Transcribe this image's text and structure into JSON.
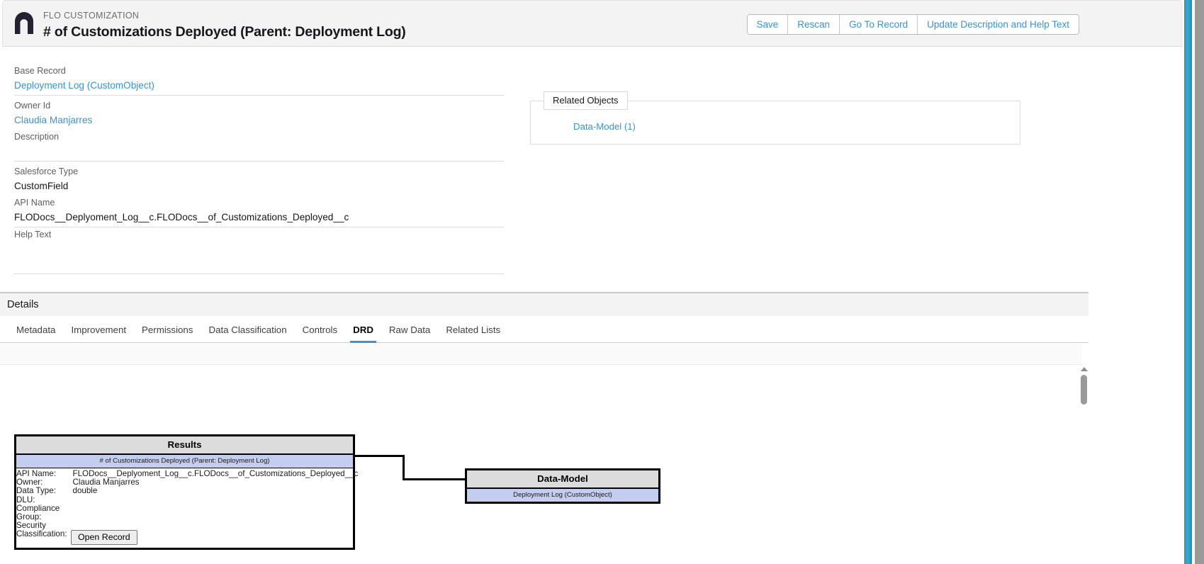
{
  "header": {
    "eyebrow": "FLO CUSTOMIZATION",
    "title": "# of Customizations Deployed (Parent: Deployment Log)",
    "logo_name": "nebula-n-logo",
    "buttons": [
      {
        "label": "Save",
        "name": "save-button"
      },
      {
        "label": "Rescan",
        "name": "rescan-button"
      },
      {
        "label": "Go To Record",
        "name": "go-to-record-button"
      },
      {
        "label": "Update Description and Help Text",
        "name": "update-description-button"
      }
    ]
  },
  "fields": [
    {
      "label": "Base Record",
      "value": "Deployment Log (CustomObject)",
      "is_link": true,
      "name": "base-record"
    },
    {
      "label": "Owner Id",
      "value": "Claudia Manjarres",
      "is_link": true,
      "name": "owner-id"
    },
    {
      "label": "Description",
      "value": "",
      "is_link": false,
      "name": "description"
    },
    {
      "label": "Salesforce Type",
      "value": "CustomField",
      "is_link": false,
      "name": "salesforce-type"
    },
    {
      "label": "API Name",
      "value": "FLODocs__Deplyoment_Log__c.FLODocs__of_Customizations_Deployed__c",
      "is_link": false,
      "name": "api-name"
    },
    {
      "label": "Help Text",
      "value": "",
      "is_link": false,
      "name": "help-text"
    }
  ],
  "related_objects": {
    "legend": "Related Objects",
    "items": [
      {
        "label": "Data-Model (1)",
        "name": "related-object-data-model"
      }
    ]
  },
  "details": {
    "band_label": "Details",
    "tabs": [
      {
        "label": "Metadata",
        "active": false,
        "name": "tab-metadata"
      },
      {
        "label": "Improvement",
        "active": false,
        "name": "tab-improvement"
      },
      {
        "label": "Permissions",
        "active": false,
        "name": "tab-permissions"
      },
      {
        "label": "Data Classification",
        "active": false,
        "name": "tab-data-classification"
      },
      {
        "label": "Controls",
        "active": false,
        "name": "tab-controls"
      },
      {
        "label": "DRD",
        "active": true,
        "name": "tab-drd"
      },
      {
        "label": "Raw Data",
        "active": false,
        "name": "tab-raw-data"
      },
      {
        "label": "Related Lists",
        "active": false,
        "name": "tab-related-lists"
      }
    ]
  },
  "diagram": {
    "results_node": {
      "title": "Results",
      "subtitle": "# of Customizations Deployed (Parent: Deployment Log)",
      "rows": [
        {
          "key": "API Name:",
          "value": "FLODocs__Deplyoment_Log__c.FLODocs__of_Customizations_Deployed__c"
        },
        {
          "key": "Owner:",
          "value": "Claudia Manjarres"
        },
        {
          "key": "Data Type:",
          "value": "double"
        },
        {
          "key": "DLU:",
          "value": ""
        },
        {
          "key": "Compliance Group:",
          "value": ""
        },
        {
          "key": "Security Classification:",
          "value": ""
        }
      ],
      "button_label": "Open Record"
    },
    "data_model_node": {
      "title": "Data-Model",
      "subtitle": "Deployment Log (CustomObject)"
    }
  },
  "colors": {
    "accent_blue": "#3b93d3",
    "node_header_gray": "#dcdcdc",
    "node_sub_blue": "#c3cdef",
    "band_gray": "#f3f3f3",
    "edge_teal": "#1b9cc4"
  }
}
